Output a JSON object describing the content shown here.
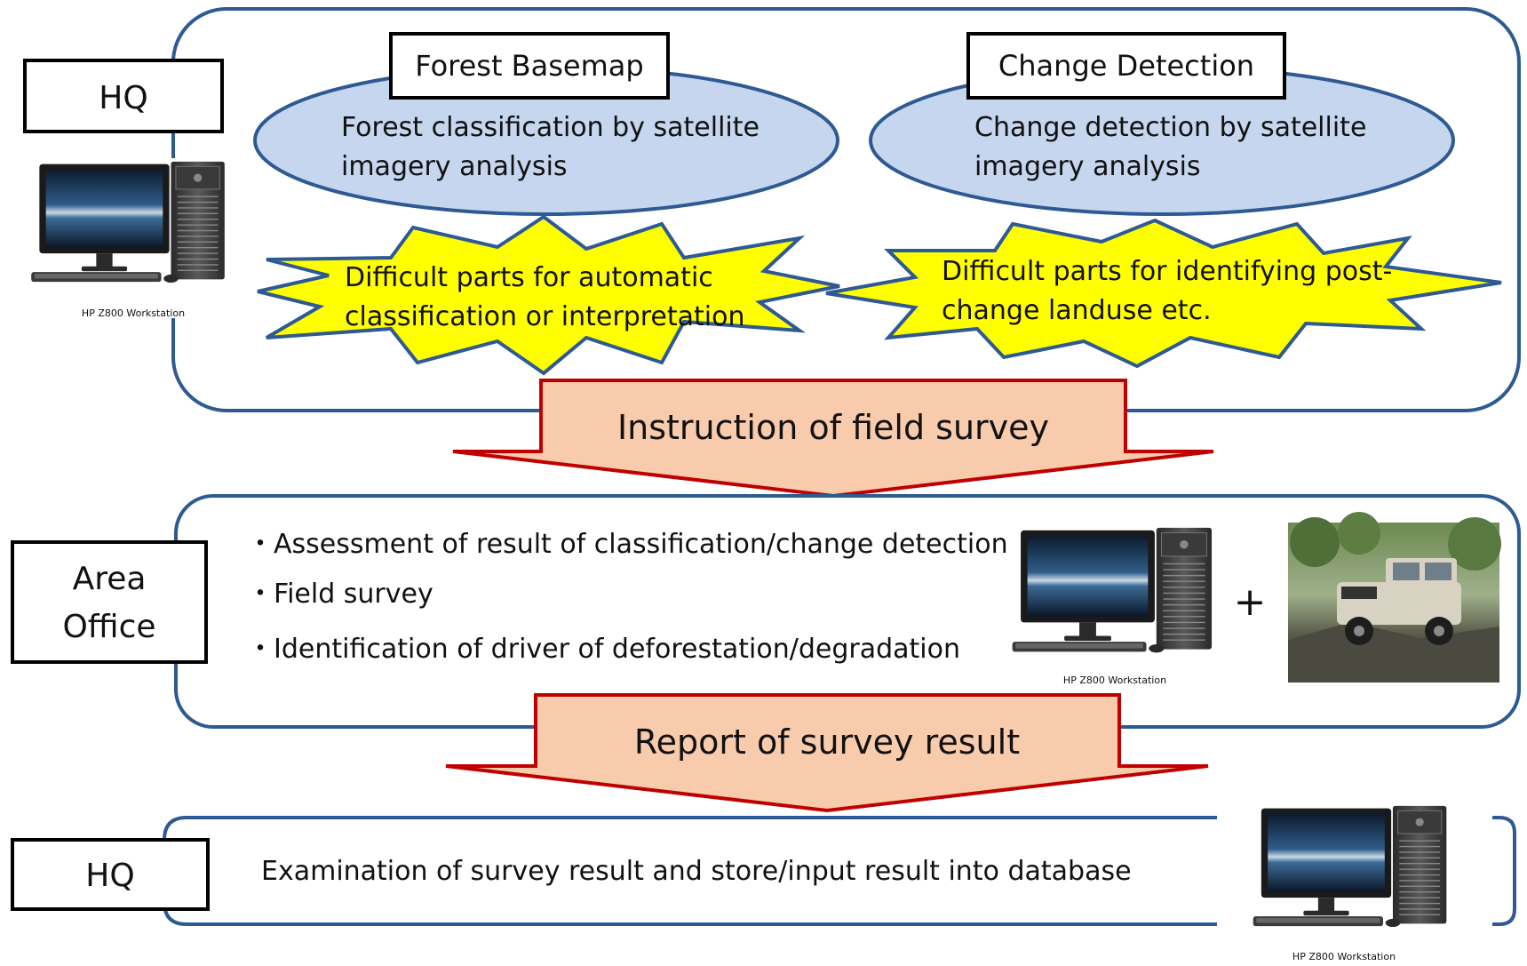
{
  "hq_top": {
    "label": "HQ",
    "workstation_caption": "HP Z800 Workstation",
    "forest_basemap": {
      "title": "Forest Basemap",
      "ellipse_line1": "Forest classification by satellite",
      "ellipse_line2": "imagery analysis",
      "burst_line1": "Difficult parts for automatic",
      "burst_line2": "classification or interpretation"
    },
    "change_detection": {
      "title": "Change Detection",
      "ellipse_line1": "Change detection by satellite",
      "ellipse_line2": "imagery analysis",
      "burst_line1": "Difficult parts for identifying post-",
      "burst_line2": "change landuse  etc."
    }
  },
  "arrow_instruction": {
    "label": "Instruction of field survey"
  },
  "area_office": {
    "label_line1": "Area",
    "label_line2": "Office",
    "items": [
      "・Assessment of result of classification/change detection",
      "・Field survey",
      "・Identification of driver of deforestation/degradation"
    ],
    "workstation_caption": "HP Z800 Workstation",
    "plus_sign": "+",
    "vehicle_icon": "suv-photo"
  },
  "arrow_report": {
    "label": "Report of survey result"
  },
  "hq_bottom": {
    "label": "HQ",
    "text": "Examination of survey result and store/input result into database",
    "workstation_caption": "HP Z800 Workstation"
  },
  "colors": {
    "panel_border": "#2e5a94",
    "ellipse_fill": "#c5d6ee",
    "burst_fill": "#ffff00",
    "burst_stroke": "#2e5a94",
    "arrow_fill": "#f8cbad",
    "arrow_stroke": "#c00000"
  }
}
